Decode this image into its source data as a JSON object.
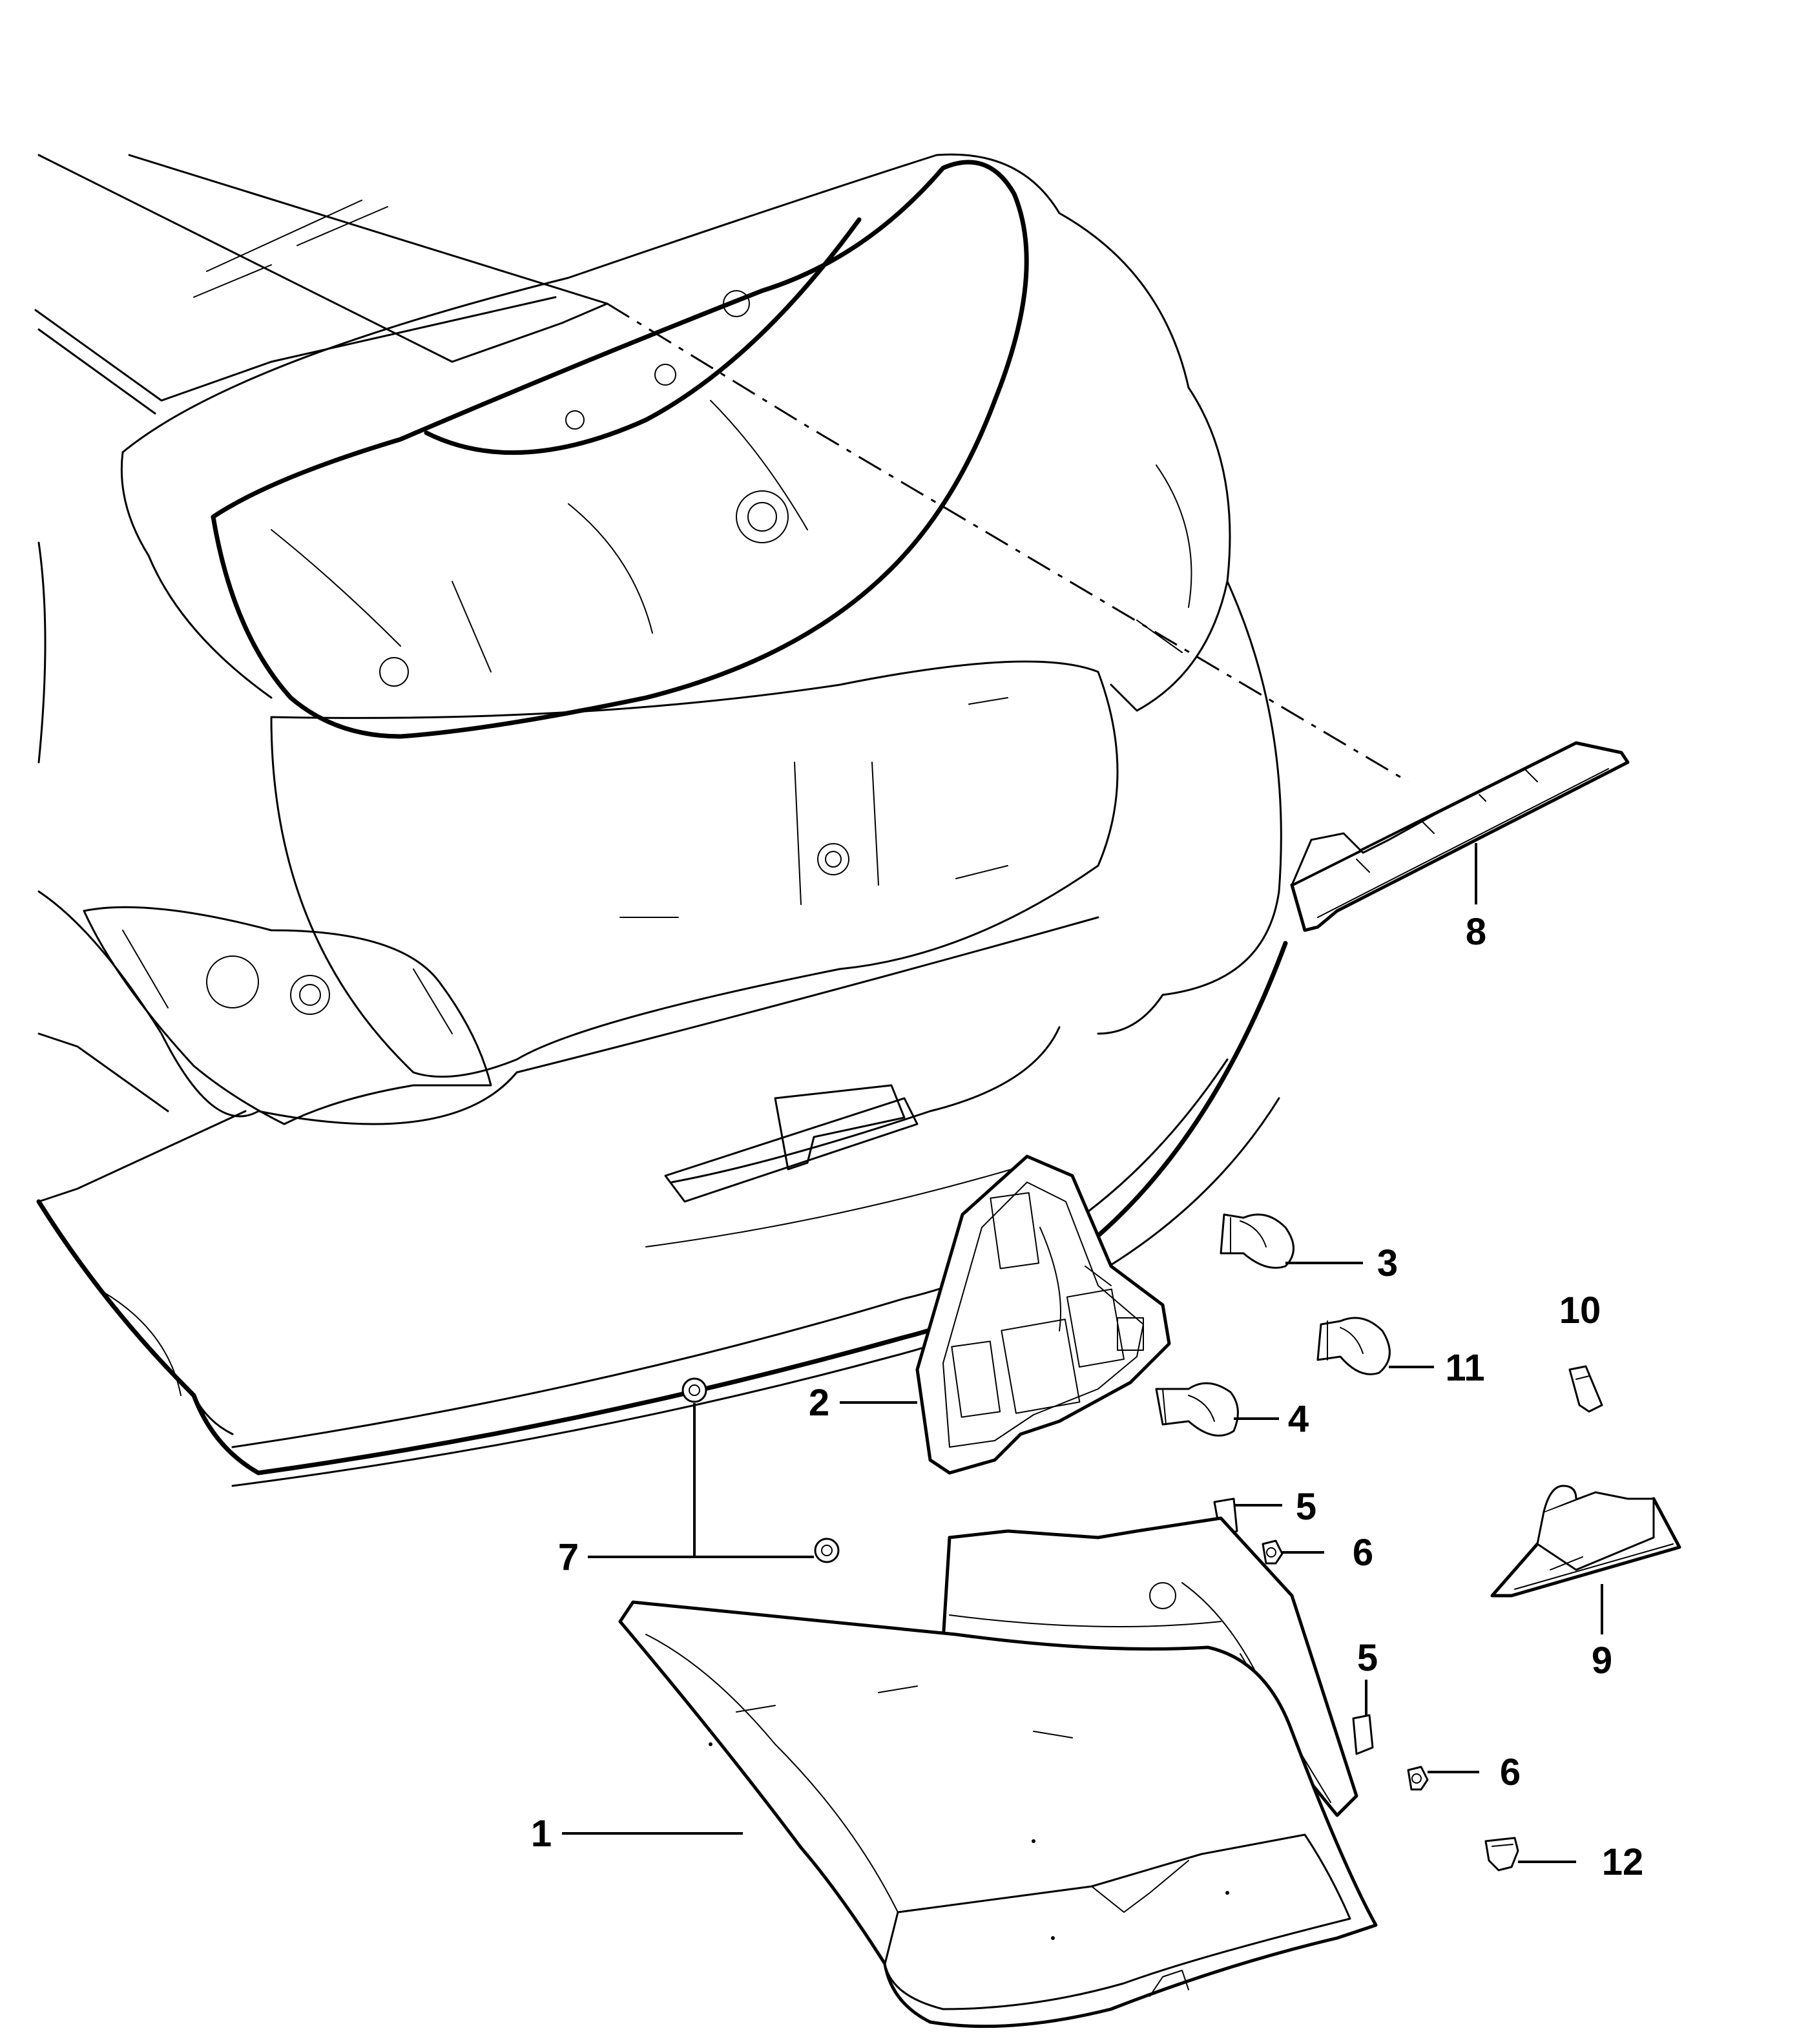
{
  "diagram": {
    "callouts": [
      {
        "id": "1",
        "label": "1"
      },
      {
        "id": "2",
        "label": "2"
      },
      {
        "id": "3",
        "label": "3"
      },
      {
        "id": "4",
        "label": "4"
      },
      {
        "id": "5a",
        "label": "5"
      },
      {
        "id": "5b",
        "label": "5"
      },
      {
        "id": "6a",
        "label": "6"
      },
      {
        "id": "6b",
        "label": "6"
      },
      {
        "id": "7",
        "label": "7"
      },
      {
        "id": "8",
        "label": "8"
      },
      {
        "id": "9",
        "label": "9"
      },
      {
        "id": "10",
        "label": "10"
      },
      {
        "id": "11",
        "label": "11"
      },
      {
        "id": "12",
        "label": "12"
      }
    ],
    "line_color": "#000000",
    "background_color": "#ffffff"
  }
}
